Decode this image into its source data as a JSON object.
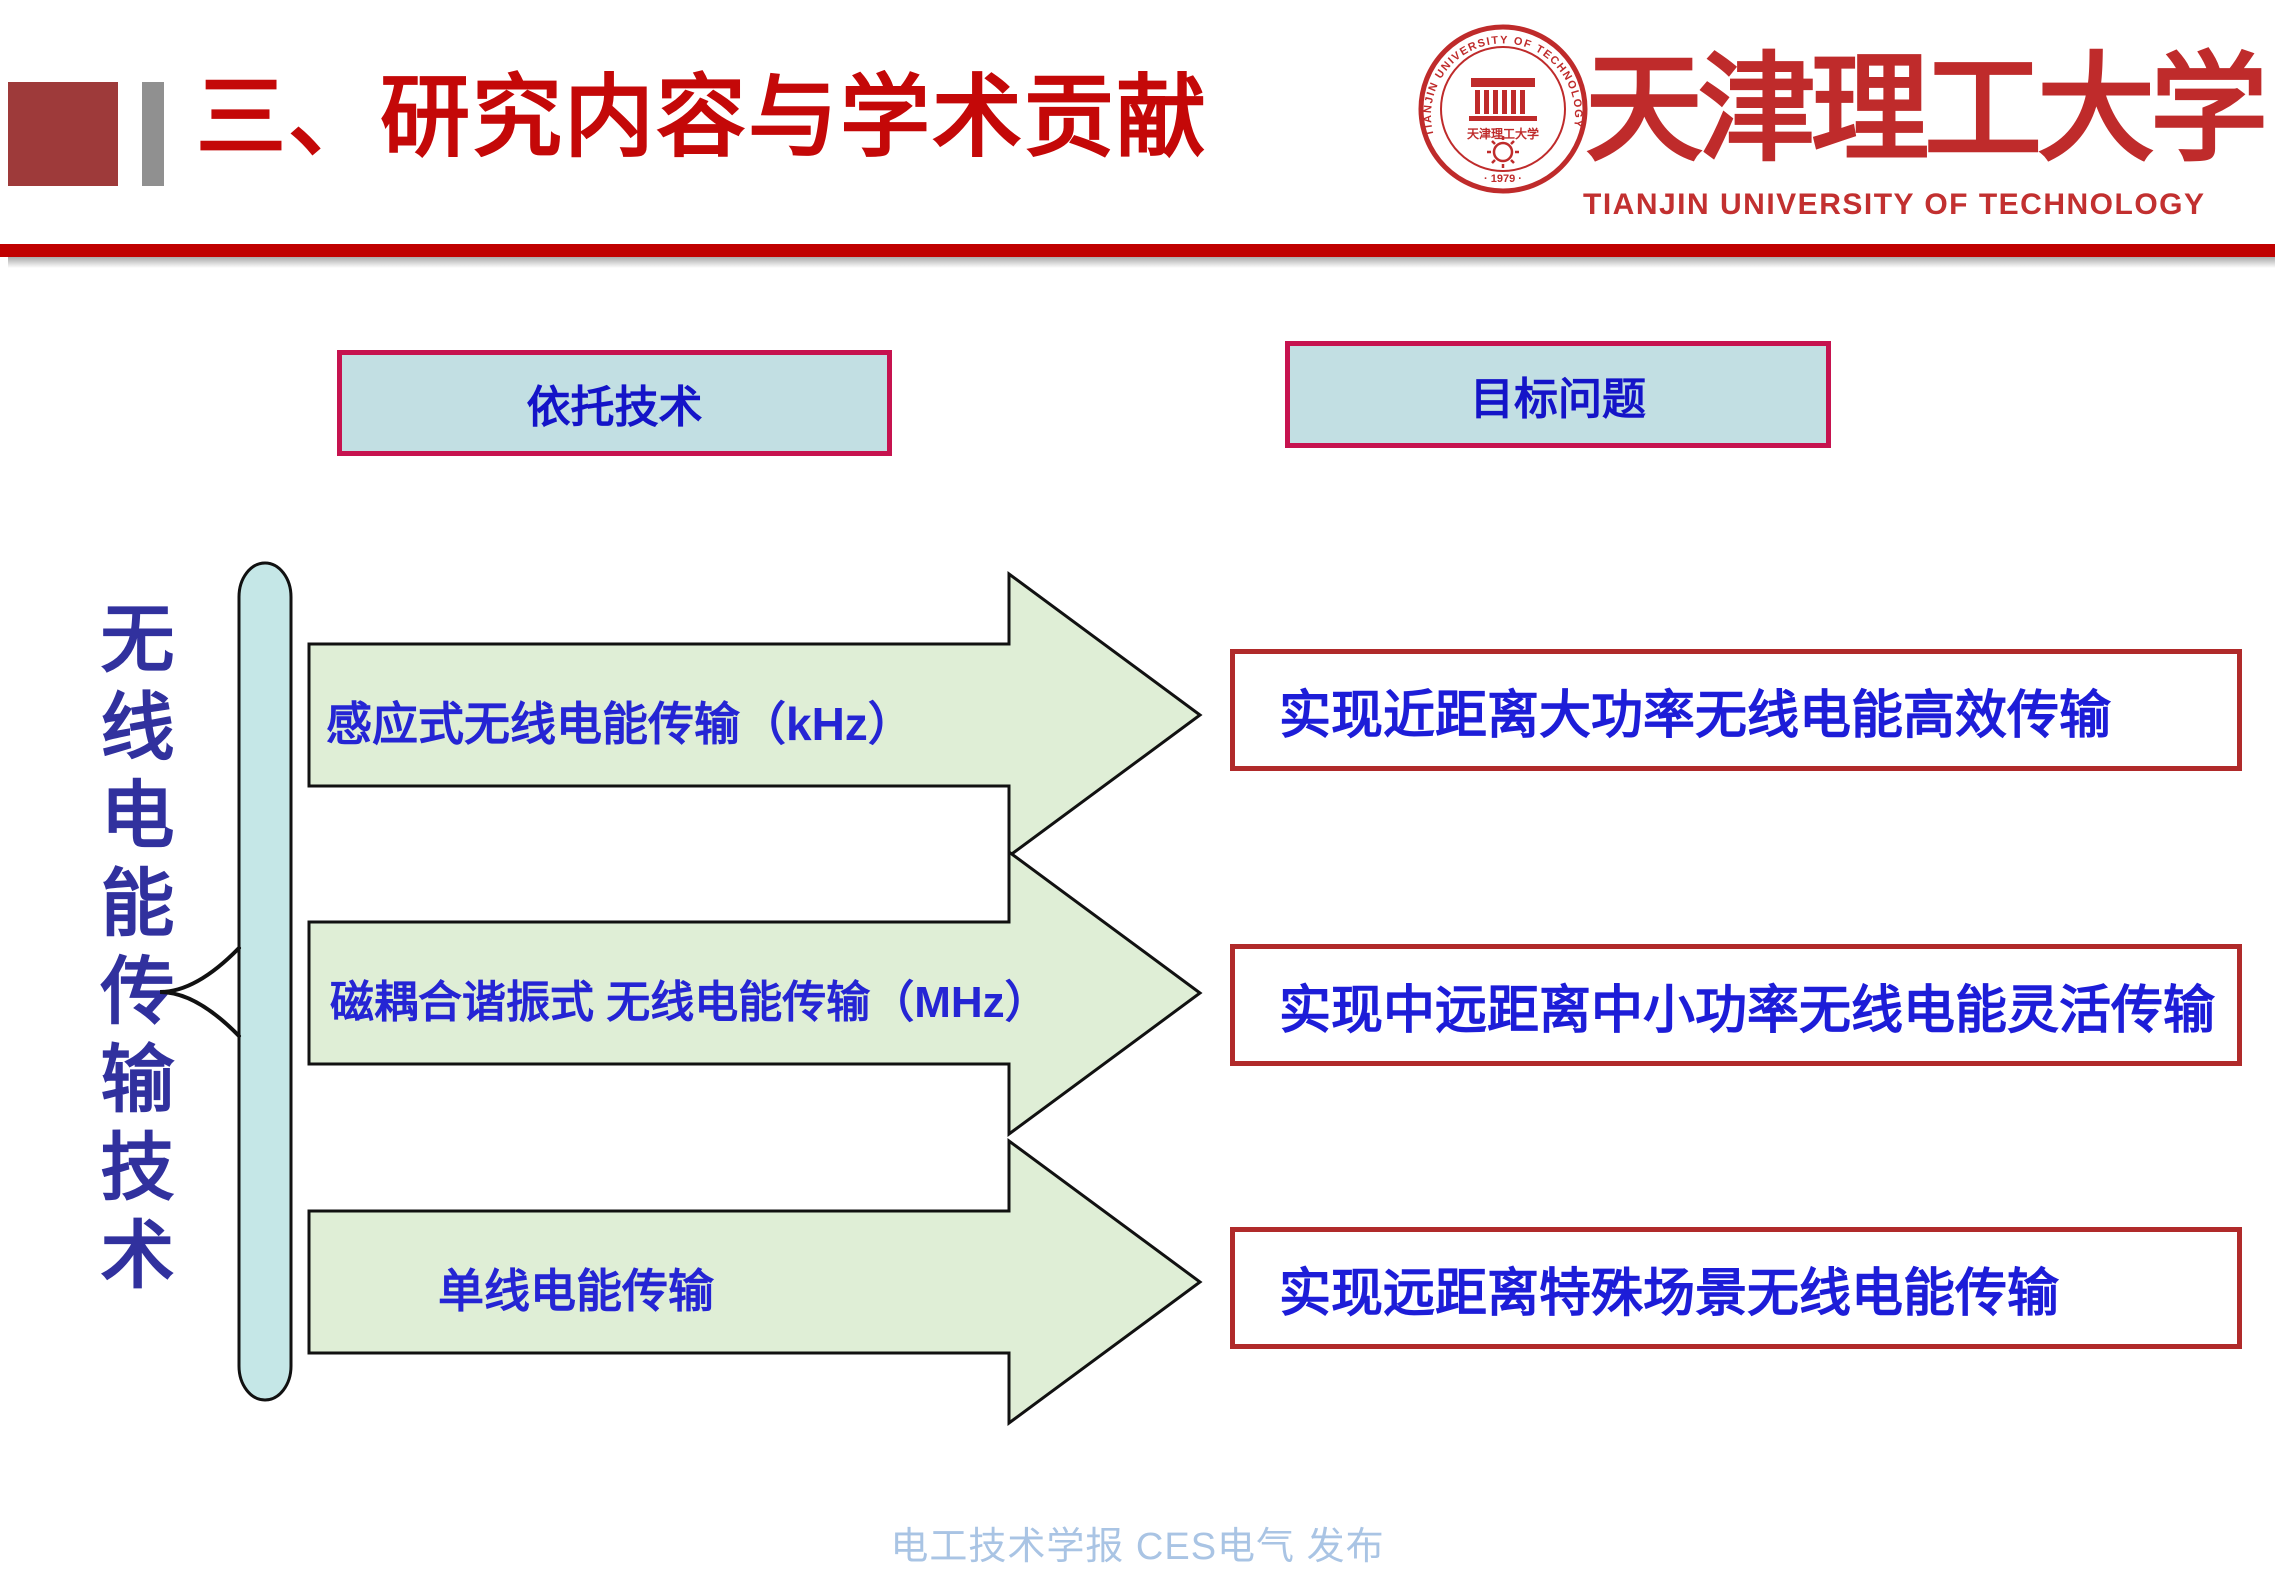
{
  "header": {
    "title": "三、研究内容与学术贡献"
  },
  "logo": {
    "seal_arc_text": "TIANJIN UNIVERSITY OF TECHNOLOGY",
    "seal_cjk": "天津理工大学",
    "seal_year": "· 1979 ·",
    "calligraphy": "天津理工大学",
    "english": "TIANJIN UNIVERSITY OF TECHNOLOGY"
  },
  "column_headers": {
    "left": "依托技术",
    "right": "目标问题"
  },
  "side_label": "无线电能传输技术",
  "diagram": {
    "arrows": [
      {
        "label": "感应式无线电能传输（kHz）"
      },
      {
        "label": "磁耦合谐振式 无线电能传输（MHz）"
      },
      {
        "label": "单线电能传输"
      }
    ]
  },
  "results": [
    {
      "text": "实现近距离大功率无线电能高效传输"
    },
    {
      "text": "实现中远距离中小功率无线电能灵活传输"
    },
    {
      "text": "实现远距离特殊场景无线电能传输"
    }
  ],
  "footer": {
    "text": "电工技术学报 CES电气 发布"
  },
  "colors": {
    "title_red": "#c40808",
    "accent_square": "#9e3a3a",
    "accent_gray": "#909090",
    "rule_red": "#c00000",
    "logo_red": "#bf2b2b",
    "header_box_fill": "#c2dfe3",
    "header_box_border": "#c6134f",
    "header_box_text": "#1414c8",
    "arrow_fill": "#dfeed6",
    "arrow_text": "#2525d4",
    "capsule_fill": "#c5e7e7",
    "side_label_blue": "#31319e",
    "result_border": "#b02a2a",
    "result_text": "#1d1dd8",
    "footer_text": "#a9c4e4"
  }
}
